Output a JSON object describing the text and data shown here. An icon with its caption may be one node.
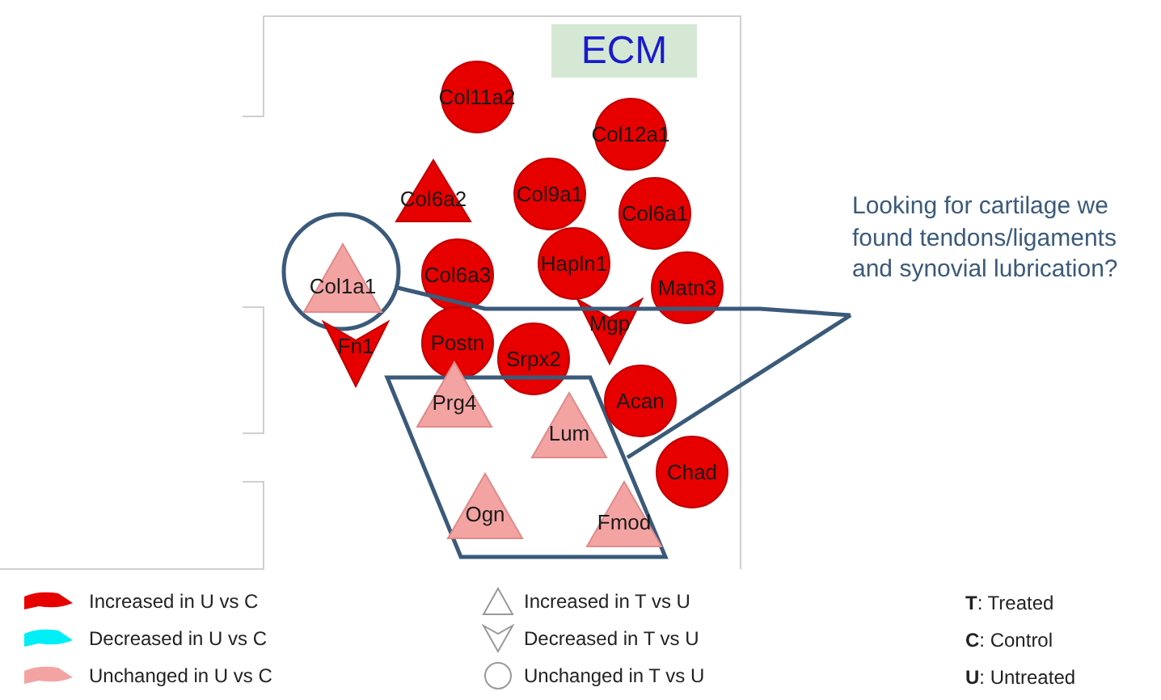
{
  "diagram": {
    "nodes": [
      {
        "text": [
          "ECM"
        ]
      },
      {
        "text": [
          "Col11a2"
        ]
      },
      {
        "text": [
          "Col12a1"
        ]
      },
      {
        "text": [
          "Col6a2"
        ]
      },
      {
        "text": [
          "Col9a1"
        ]
      },
      {
        "text": [
          "Col6a1"
        ]
      },
      {
        "text": [],
        "shape": "circle"
      },
      {
        "text": [
          "Col1a1"
        ],
        "in": 6
      },
      {
        "text": [
          "Col6a3"
        ]
      },
      {
        "text": [
          "Hapln1"
        ]
      },
      {
        "text": [
          "Matn3"
        ]
      },
      {
        "text": [
          "Fn1"
        ]
      },
      {
        "text": [
          "Postn"
        ]
      },
      {
        "text": [
          "Srpx2"
        ]
      },
      {
        "text": [
          "Mgp"
        ]
      },
      {
        "text": [],
        "shape": "parallelogram"
      },
      {
        "text": [
          "Prg4"
        ],
        "in": 15
      },
      {
        "text": [
          "Lum"
        ],
        "in": 15
      },
      {
        "text": [
          "Ogn"
        ],
        "in": 15
      },
      {
        "text": [
          "Fmod"
        ],
        "in": 15
      },
      {
        "text": [
          "Acan"
        ]
      },
      {
        "text": [
          "Chad"
        ]
      },
      {
        "text": [
          "Looking for cartilage we found tendons/ligaments and synovial lubrication?"
        ]
      }
    ],
    "edges": [
      {
        "from": 6,
        "to": 22,
        "arrow": "none"
      },
      {
        "from": 15,
        "to": 22,
        "arrow": "none"
      }
    ],
    "labels": [
      "**T**: Treated",
      "**C**: Control",
      "**U**: Untreated"
    ],
    "legend": [
      {
        "text": "Increased in U vs C",
        "color": "#e60000"
      },
      {
        "text": "Decreased in U vs C",
        "color": "#00eef5"
      },
      {
        "text": "Unchanged in U vs C",
        "color": "#f4a3a3"
      },
      {
        "text": "Increased in T vs U"
      },
      {
        "text": "Decreased in T vs U"
      },
      {
        "text": "Unchanged in T vs U"
      }
    ]
  }
}
